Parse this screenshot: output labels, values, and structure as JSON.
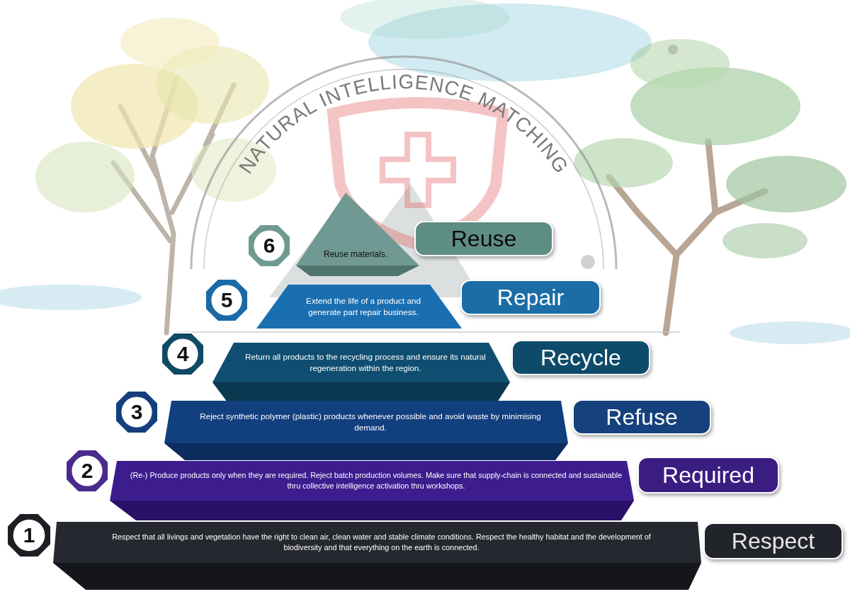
{
  "diagram": {
    "nodes": [
      {
        "text": [
          "6"
        ]
      },
      {
        "text": [
          "Reuse materials."
        ]
      },
      {
        "text": [
          "Reuse"
        ]
      },
      {
        "text": [
          "5"
        ]
      },
      {
        "text": [
          "Extend the life of a product and generate part repair business."
        ]
      },
      {
        "text": [
          "Repair"
        ]
      },
      {
        "text": [
          "4"
        ]
      },
      {
        "text": [
          "Return all products to the recycling process and ensure its natural regeneration within the region."
        ]
      },
      {
        "text": [
          "Recycle"
        ]
      },
      {
        "text": [
          "3"
        ]
      },
      {
        "text": [
          "Reject synthetic polymer (plastic) products whenever possible and avoid waste by minimising demand."
        ]
      },
      {
        "text": [
          "Refuse"
        ]
      },
      {
        "text": [
          "2"
        ]
      },
      {
        "text": [
          "(Re-) Produce products only when they are required. Reject batch production volumes. Make sure that supply-chain is connected and sustainable thru collective intelligence activation thru workshops."
        ]
      },
      {
        "text": [
          "Required"
        ]
      },
      {
        "text": [
          "1"
        ]
      },
      {
        "text": [
          "Respect that all livings and vegetation have the right to clean air, clean water and stable climate conditions. Respect the healthy habitat and the development of biodiversity and that everything on the earth is connected."
        ]
      },
      {
        "text": [
          "Respect"
        ]
      }
    ],
    "labels": [
      "NATURAL INTELLIGENCE MATCHING"
    ]
  }
}
